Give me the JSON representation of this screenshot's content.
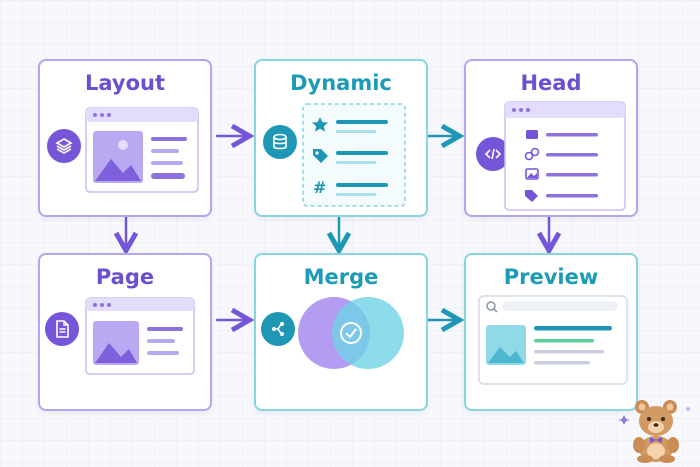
{
  "colors": {
    "purple": "#6a4fd0",
    "teal": "#1b9bb8",
    "purple_border": "#b3a6ef",
    "teal_border": "#86d5e1"
  },
  "cards": {
    "layout": {
      "title": "Layout",
      "icon": "layers-icon"
    },
    "dynamic": {
      "title": "Dynamic",
      "icon": "database-icon",
      "rows": [
        "star-icon",
        "tag-icon",
        "hash-icon"
      ]
    },
    "head": {
      "title": "Head",
      "icon": "code-icon",
      "rows": [
        "card-icon",
        "link-icon",
        "image-icon",
        "tag-icon"
      ]
    },
    "page": {
      "title": "Page",
      "icon": "file-icon"
    },
    "merge": {
      "title": "Merge",
      "icon": "git-merge-icon"
    },
    "preview": {
      "title": "Preview",
      "icon": "search-icon"
    }
  },
  "edges": [
    "layout-to-dynamic",
    "dynamic-to-head",
    "layout-to-page",
    "dynamic-to-merge",
    "head-to-preview",
    "page-to-merge",
    "merge-to-preview"
  ]
}
